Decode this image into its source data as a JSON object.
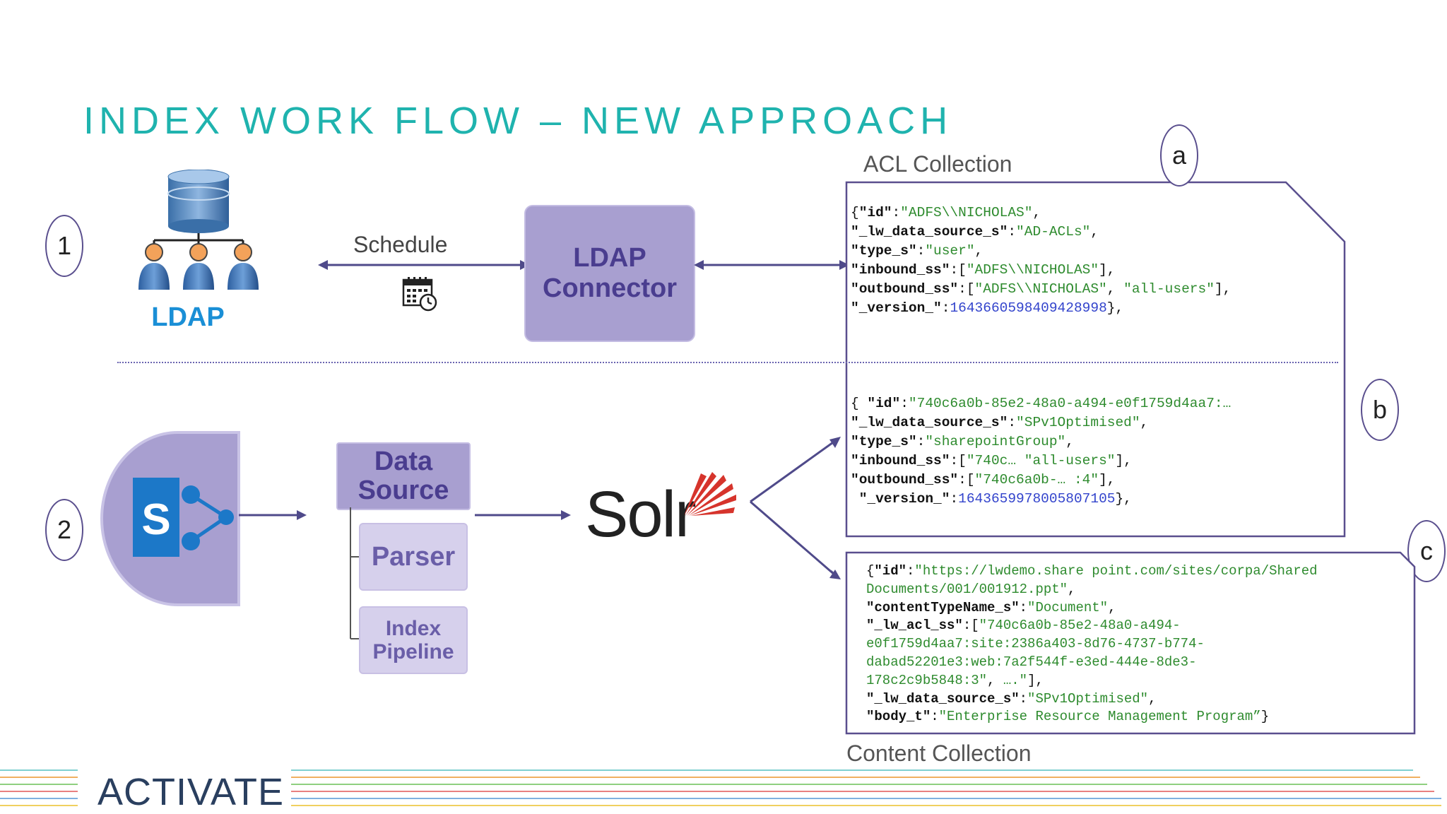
{
  "title": "INDEX WORK FLOW – NEW APPROACH",
  "steps": {
    "one": "1",
    "two": "2"
  },
  "markers": {
    "a": "a",
    "b": "b",
    "c": "c"
  },
  "ldap_label": "LDAP",
  "schedule_label": "Schedule",
  "ldap_connector": {
    "line1": "LDAP",
    "line2": "Connector"
  },
  "data_source": {
    "line1": "Data",
    "line2": "Source"
  },
  "parser": "Parser",
  "index_pipeline": {
    "line1": "Index",
    "line2": "Pipeline"
  },
  "solr_label": "Solr",
  "acl_collection_label": "ACL Collection",
  "content_collection_label": "Content Collection",
  "acl_record_a": [
    [
      {
        "t": "{",
        "c": "p"
      },
      {
        "t": "\"id\"",
        "c": "k"
      },
      {
        "t": ":",
        "c": "p"
      },
      {
        "t": "\"ADFS\\\\NICHOLAS\"",
        "c": "s"
      },
      {
        "t": ",",
        "c": "p"
      }
    ],
    [
      {
        "t": "\"_lw_data_source_s\"",
        "c": "k"
      },
      {
        "t": ":",
        "c": "p"
      },
      {
        "t": "\"AD-ACLs\"",
        "c": "s"
      },
      {
        "t": ",",
        "c": "p"
      }
    ],
    [
      {
        "t": "\"type_s\"",
        "c": "k"
      },
      {
        "t": ":",
        "c": "p"
      },
      {
        "t": "\"user\"",
        "c": "s"
      },
      {
        "t": ",",
        "c": "p"
      }
    ],
    [
      {
        "t": "\"inbound_ss\"",
        "c": "k"
      },
      {
        "t": ":[",
        "c": "p"
      },
      {
        "t": "\"ADFS\\\\NICHOLAS\"",
        "c": "s"
      },
      {
        "t": "],",
        "c": "p"
      }
    ],
    [
      {
        "t": "\"outbound_ss\"",
        "c": "k"
      },
      {
        "t": ":[",
        "c": "p"
      },
      {
        "t": "\"ADFS\\\\NICHOLAS\"",
        "c": "s"
      },
      {
        "t": ", ",
        "c": "p"
      },
      {
        "t": "\"all-users\"",
        "c": "s"
      },
      {
        "t": "],",
        "c": "p"
      }
    ],
    [
      {
        "t": "\"_version_\"",
        "c": "k"
      },
      {
        "t": ":",
        "c": "p"
      },
      {
        "t": "1643660598409428998",
        "c": "n"
      },
      {
        "t": "},",
        "c": "p"
      }
    ]
  ],
  "acl_record_b": [
    [
      {
        "t": "{ ",
        "c": "p"
      },
      {
        "t": "\"id\"",
        "c": "k"
      },
      {
        "t": ":",
        "c": "p"
      },
      {
        "t": "\"740c6a0b-85e2-48a0-a494-e0f1759d4aa7:…",
        "c": "s"
      }
    ],
    [
      {
        "t": "\"_lw_data_source_s\"",
        "c": "k"
      },
      {
        "t": ":",
        "c": "p"
      },
      {
        "t": "\"SPv1Optimised\"",
        "c": "s"
      },
      {
        "t": ",",
        "c": "p"
      }
    ],
    [
      {
        "t": "\"type_s\"",
        "c": "k"
      },
      {
        "t": ":",
        "c": "p"
      },
      {
        "t": "\"sharepointGroup\"",
        "c": "s"
      },
      {
        "t": ",",
        "c": "p"
      }
    ],
    [
      {
        "t": "\"inbound_ss\"",
        "c": "k"
      },
      {
        "t": ":[",
        "c": "p"
      },
      {
        "t": "\"740c… ",
        "c": "s"
      },
      {
        "t": "\"all-users\"",
        "c": "s"
      },
      {
        "t": "],",
        "c": "p"
      }
    ],
    [
      {
        "t": "\"outbound_ss\"",
        "c": "k"
      },
      {
        "t": ":[",
        "c": "p"
      },
      {
        "t": "\"740c6a0b-… :4\"",
        "c": "s"
      },
      {
        "t": "],",
        "c": "p"
      }
    ],
    [
      {
        "t": " \"_version_\"",
        "c": "k"
      },
      {
        "t": ":",
        "c": "p"
      },
      {
        "t": "1643659978005807105",
        "c": "n"
      },
      {
        "t": "},",
        "c": "p"
      }
    ]
  ],
  "content_record_c": [
    [
      {
        "t": "{",
        "c": "p"
      },
      {
        "t": "\"id\"",
        "c": "k"
      },
      {
        "t": ":",
        "c": "p"
      },
      {
        "t": "\"https://lwdemo.share point.com/sites/corpa/Shared",
        "c": "s"
      }
    ],
    [
      {
        "t": "Documents/001/001912.ppt\"",
        "c": "s"
      },
      {
        "t": ",",
        "c": "p"
      }
    ],
    [
      {
        "t": "\"contentTypeName_s\"",
        "c": "k"
      },
      {
        "t": ":",
        "c": "p"
      },
      {
        "t": "\"Document\"",
        "c": "s"
      },
      {
        "t": ",",
        "c": "p"
      }
    ],
    [
      {
        "t": "\"_lw_acl_ss\"",
        "c": "k"
      },
      {
        "t": ":[",
        "c": "p"
      },
      {
        "t": "\"740c6a0b-85e2-48a0-a494-",
        "c": "s"
      }
    ],
    [
      {
        "t": "e0f1759d4aa7:site:2386a403-8d76-4737-b774-",
        "c": "s"
      }
    ],
    [
      {
        "t": "dabad52201e3:web:7a2f544f-e3ed-444e-8de3-",
        "c": "s"
      }
    ],
    [
      {
        "t": "178c2c9b5848:3\"",
        "c": "s"
      },
      {
        "t": ", ",
        "c": "p"
      },
      {
        "t": "….\"",
        "c": "s"
      },
      {
        "t": "],",
        "c": "p"
      }
    ],
    [
      {
        "t": "\"_lw_data_source_s\"",
        "c": "k"
      },
      {
        "t": ":",
        "c": "p"
      },
      {
        "t": "\"SPv1Optimised\"",
        "c": "s"
      },
      {
        "t": ",",
        "c": "p"
      }
    ],
    [
      {
        "t": "\"body_t\"",
        "c": "k"
      },
      {
        "t": ":",
        "c": "p"
      },
      {
        "t": "\"Enterprise Resource Management Program”",
        "c": "s"
      },
      {
        "t": "}",
        "c": "p"
      }
    ]
  ],
  "logo_text": "ACTIVATE",
  "colors": {
    "title": "#1fb3ae",
    "purple": "#a89fd0",
    "purple_dark": "#4a3d8f",
    "arrow": "#4f4a8a"
  }
}
